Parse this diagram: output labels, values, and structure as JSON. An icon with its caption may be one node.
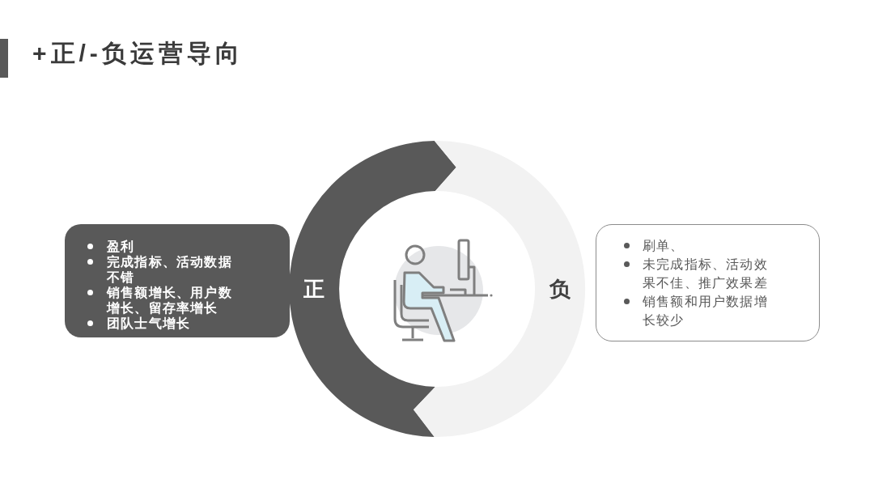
{
  "diagram": {
    "title": "+正/-负运营导向",
    "nodes": [
      {
        "text": [
          "盈利",
          "完成指标、活动数据不错",
          "销售额增长、用户数增长、留存率增长",
          "团队士气增长"
        ]
      },
      {
        "text": [
          "正"
        ]
      },
      {
        "text": [
          "负"
        ]
      },
      {
        "text": [
          "刷单、",
          "未完成指标、活动效果不佳、推广效果差",
          "销售额和用户数据增长较少"
        ]
      }
    ]
  }
}
